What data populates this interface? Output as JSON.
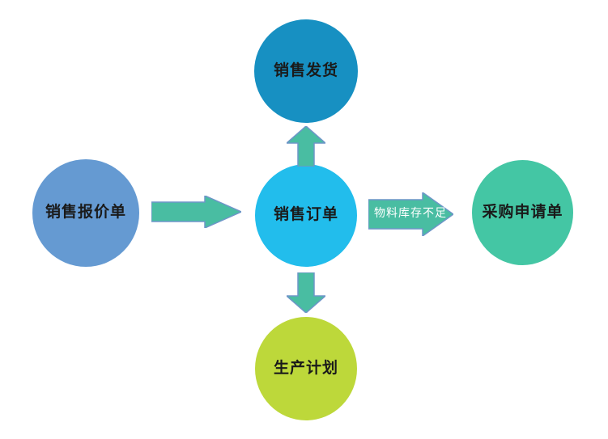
{
  "diagram": {
    "type": "flowchart",
    "nodes": [
      {
        "id": "sales-delivery",
        "label": "销售发货",
        "color": "#1790C2",
        "shape": "circle",
        "position": "top"
      },
      {
        "id": "sales-quotation",
        "label": "销售报价单",
        "color": "#659AD2",
        "shape": "circle",
        "position": "left"
      },
      {
        "id": "sales-order",
        "label": "销售订单",
        "color": "#22BDEC",
        "shape": "circle",
        "position": "center"
      },
      {
        "id": "purchase-request",
        "label": "采购申请单",
        "color": "#44C6A4",
        "shape": "circle",
        "position": "right"
      },
      {
        "id": "production-plan",
        "label": "生产计划",
        "color": "#BDD83A",
        "shape": "circle",
        "position": "bottom"
      }
    ],
    "edges": [
      {
        "from": "sales-quotation",
        "to": "sales-order",
        "label": ""
      },
      {
        "from": "sales-order",
        "to": "sales-delivery",
        "label": ""
      },
      {
        "from": "sales-order",
        "to": "purchase-request",
        "label": "物料库存不足"
      },
      {
        "from": "sales-order",
        "to": "production-plan",
        "label": ""
      }
    ],
    "arrow": {
      "fill": "#49BDA2",
      "border": "#6E96C8"
    }
  },
  "colors": {
    "background": "#FFFFFF",
    "node_text": "#1A1A1A",
    "edge_label_text": "#FFFFFF"
  }
}
